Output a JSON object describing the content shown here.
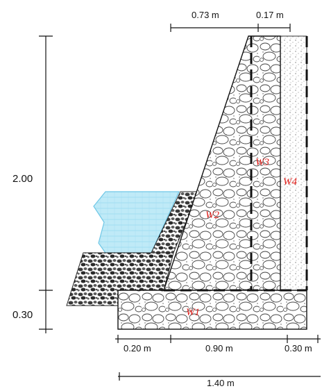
{
  "dimensions": {
    "top_left_width": "0.73 m",
    "top_right_width": "0.17 m",
    "height_upper": "2.00",
    "height_base": "0.30",
    "base_toe": "0.20 m",
    "base_middle": "0.90 m",
    "base_heel": "0.30 m",
    "base_total": "1.40 m"
  },
  "weights": {
    "w1": "W1",
    "w2": "W2",
    "w3": "W3",
    "w4": "W4"
  },
  "colors": {
    "water_fill": "#bfeaf7",
    "water_edge": "#6fc7e6",
    "weight_label": "#e0201c",
    "outline": "#111111"
  }
}
